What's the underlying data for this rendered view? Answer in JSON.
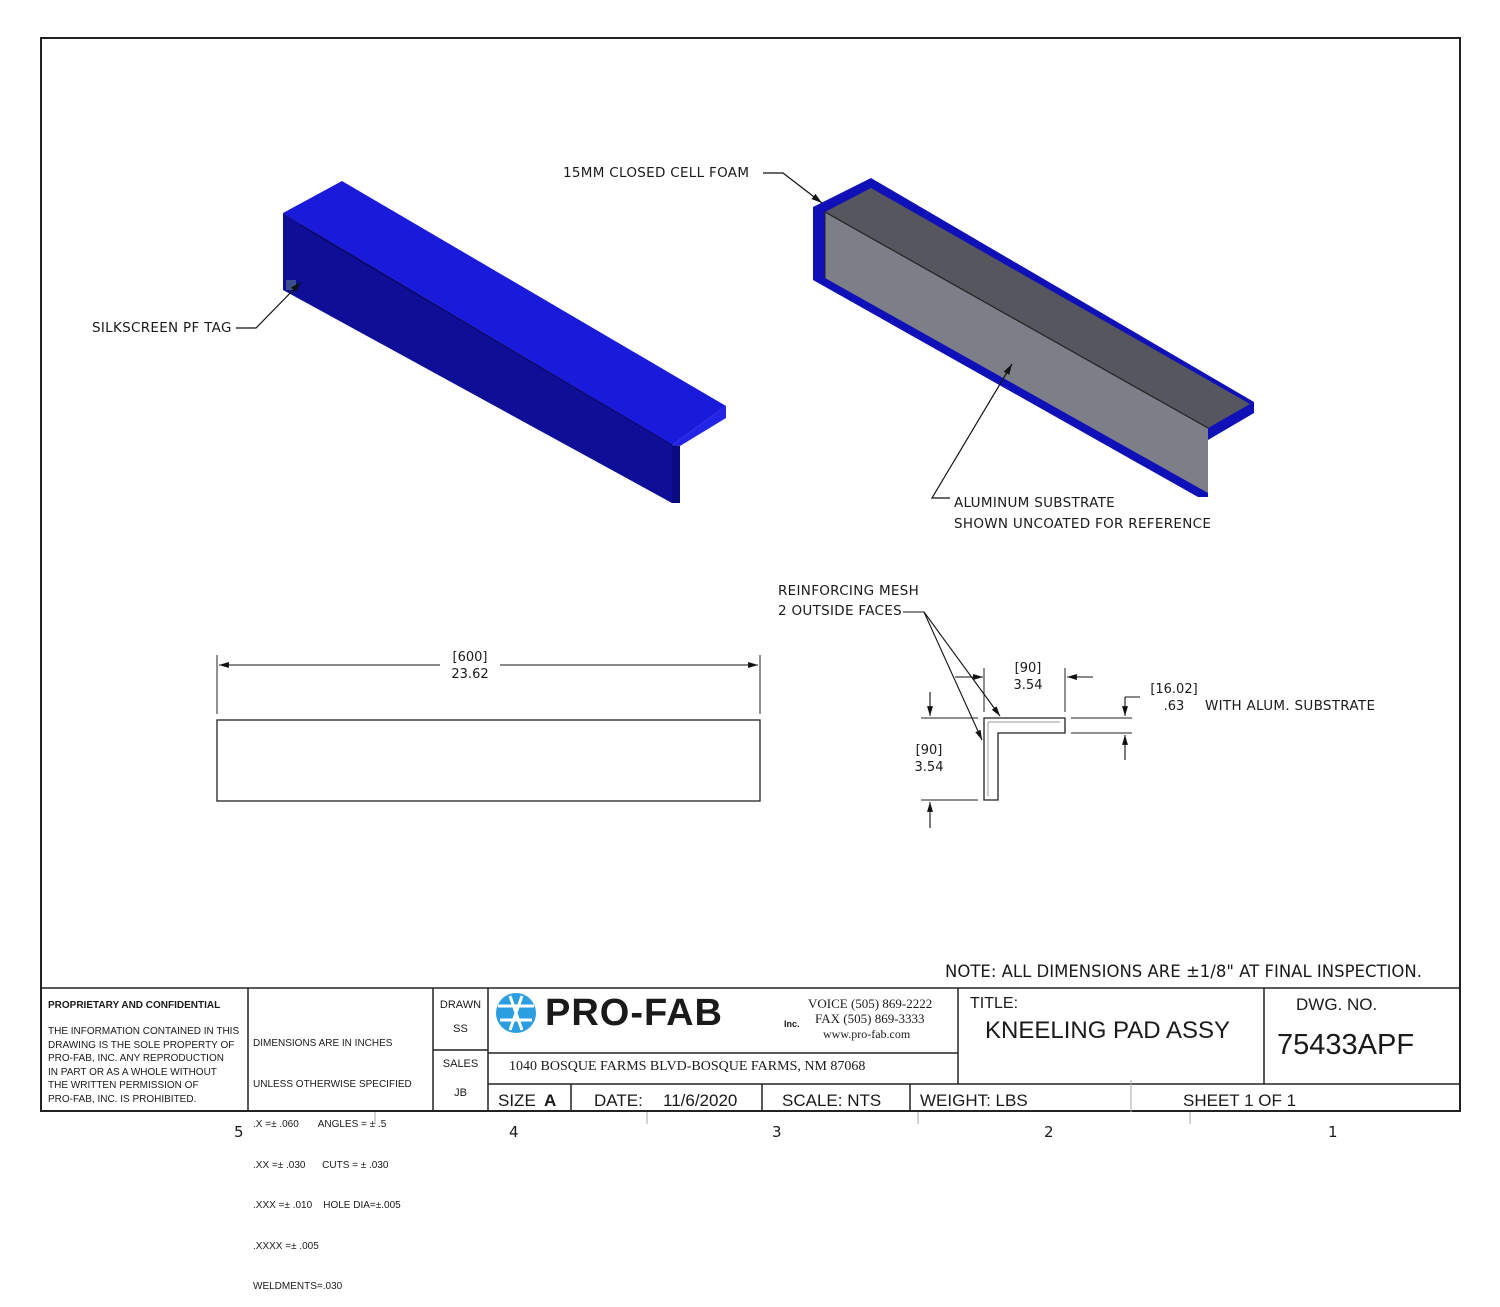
{
  "callouts": {
    "foam": "15MM CLOSED CELL FOAM",
    "silkscreen": "SILKSCREEN PF TAG",
    "substrate_1": "ALUMINUM SUBSTRATE",
    "substrate_2": "SHOWN UNCOATED FOR REFERENCE",
    "mesh_1": "REINFORCING MESH",
    "mesh_2": "2 OUTSIDE FACES"
  },
  "dimensions": {
    "length_mm": "[600]",
    "length_in": "23.62",
    "leg_h_mm": "[90]",
    "leg_h_in": "3.54",
    "leg_v_mm": "[90]",
    "leg_v_in": "3.54",
    "thick_mm": "[16.02]",
    "thick_in": ".63",
    "thick_note": "WITH ALUM. SUBSTRATE"
  },
  "note": "NOTE: ALL DIMENSIONS ARE ±1/8\" AT FINAL INSPECTION.",
  "title_block": {
    "proprietary_heading": "PROPRIETARY AND CONFIDENTIAL",
    "proprietary_lines": [
      "THE INFORMATION CONTAINED IN THIS",
      "DRAWING IS THE SOLE PROPERTY OF",
      "PRO-FAB, INC.  ANY REPRODUCTION",
      "IN PART OR AS A WHOLE WITHOUT",
      "THE WRITTEN PERMISSION OF",
      "PRO-FAB, INC. IS PROHIBITED."
    ],
    "tolerance_lines": [
      "DIMENSIONS ARE IN INCHES",
      "UNLESS OTHERWISE SPECIFIED",
      ".X =± .060       ANGLES = ± .5",
      ".XX =± .030      CUTS = ± .030",
      ".XXX =± .010    HOLE DIA=±.005",
      ".XXXX =± .005",
      "WELDMENTS=.030"
    ],
    "drawn_label": "DRAWN",
    "drawn_value": "SS",
    "sales_label": "SALES",
    "sales_value": "JB",
    "logo_text": "PRO-FAB",
    "logo_suffix": "Inc.",
    "voice": "VOICE (505) 869-2222",
    "fax": "FAX (505) 869-3333",
    "web": "www.pro-fab.com",
    "address": "1040 BOSQUE FARMS BLVD-BOSQUE FARMS, NM 87068",
    "title_label": "TITLE:",
    "title_value": "KNEELING PAD ASSY",
    "dwg_label": "DWG.  NO.",
    "dwg_value": "75433APF",
    "size_label": "SIZE",
    "size_value": "A",
    "date_label": "DATE:",
    "date_value": "11/6/2020",
    "scale": "SCALE: NTS",
    "weight": "WEIGHT:  LBS",
    "sheet": "SHEET 1 OF 1"
  },
  "zones": [
    "5",
    "4",
    "3",
    "2",
    "1"
  ],
  "colors": {
    "foam_top": "#1a1adb",
    "foam_side": "#0d0d7a",
    "foam_front": "#1010a8",
    "substrate_dark": "#55565e",
    "substrate_light": "#7c7e88",
    "logo_blue": "#2a9ee0"
  }
}
